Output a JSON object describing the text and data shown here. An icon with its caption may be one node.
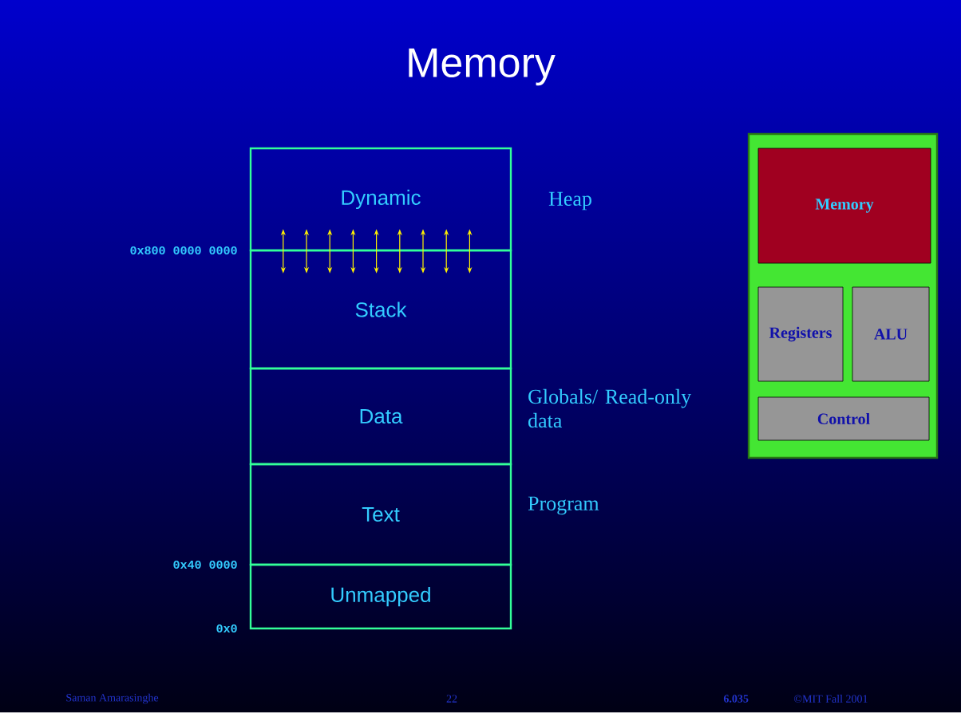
{
  "diagram": {
    "title": "Memory",
    "nodes": [
      {
        "text": [
          "Dynamic"
        ],
        "beside": [
          "Heap"
        ]
      },
      {
        "text": [
          "Stack"
        ]
      },
      {
        "text": [
          "Data"
        ],
        "beside": [
          "Globals/ Read-only data"
        ]
      },
      {
        "text": [
          "Text"
        ],
        "beside": [
          "Program"
        ]
      },
      {
        "text": [
          "Unmapped"
        ]
      },
      {
        "text": [],
        "shape": "box"
      },
      {
        "text": [
          "Memory"
        ],
        "in": 5
      },
      {
        "text": [
          "Registers"
        ],
        "in": 5
      },
      {
        "text": [
          "ALU"
        ],
        "in": 5
      },
      {
        "text": [
          "Control"
        ],
        "in": 5
      }
    ],
    "edges": [
      {
        "from": 0,
        "to": 1,
        "arrow": "both"
      },
      {
        "from": 0,
        "to": 1,
        "arrow": "both"
      },
      {
        "from": 0,
        "to": 1,
        "arrow": "both"
      },
      {
        "from": 0,
        "to": 1,
        "arrow": "both"
      },
      {
        "from": 0,
        "to": 1,
        "arrow": "both"
      },
      {
        "from": 0,
        "to": 1,
        "arrow": "both"
      },
      {
        "from": 0,
        "to": 1,
        "arrow": "both"
      },
      {
        "from": 0,
        "to": 1,
        "arrow": "both"
      },
      {
        "from": 0,
        "to": 1,
        "arrow": "both"
      }
    ],
    "labels": [
      "0x800 0000 0000",
      "0x40 0000",
      "0x0",
      "Saman Amarasinghe",
      "22",
      "6.035",
      "©MIT Fall 2001"
    ]
  }
}
